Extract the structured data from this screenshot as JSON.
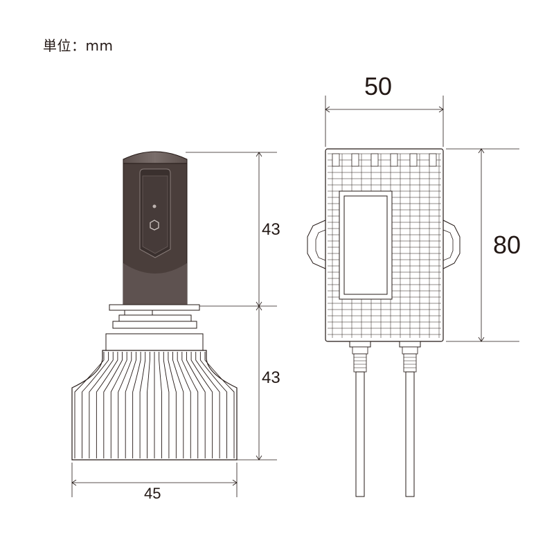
{
  "unit_label": "単位：mm",
  "dimensions": {
    "bulb_upper_height": "43",
    "bulb_lower_height": "43",
    "bulb_width": "45",
    "driver_width": "50",
    "driver_height": "80"
  },
  "colors": {
    "line": "#231815",
    "bulb_body": "#4a3e3b",
    "bulb_cap": "#6b5f5c"
  }
}
